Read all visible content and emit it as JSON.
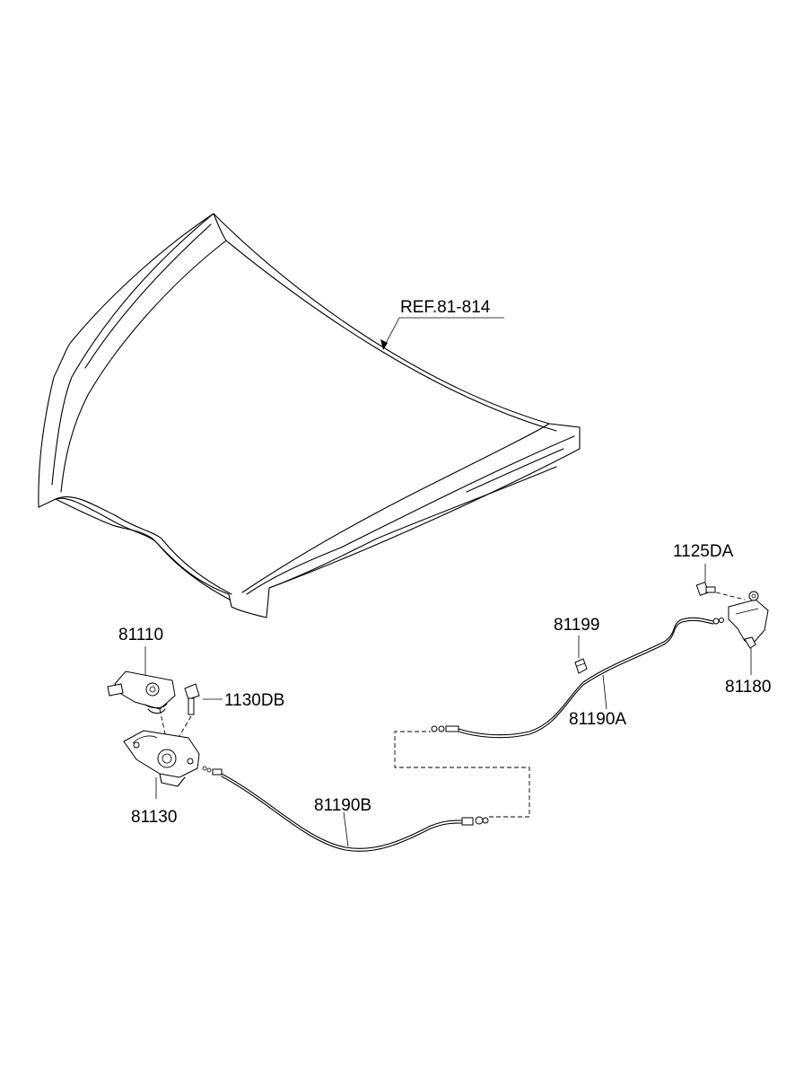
{
  "diagram": {
    "labels": {
      "hood_ref": "REF.81-814",
      "latch_bracket": "81110",
      "bolt_latch": "1130DB",
      "latch_assy": "81130",
      "cable_b": "81190B",
      "clip": "81199",
      "cable_a": "81190A",
      "bolt_handle": "1125DA",
      "release_handle": "81180"
    }
  }
}
